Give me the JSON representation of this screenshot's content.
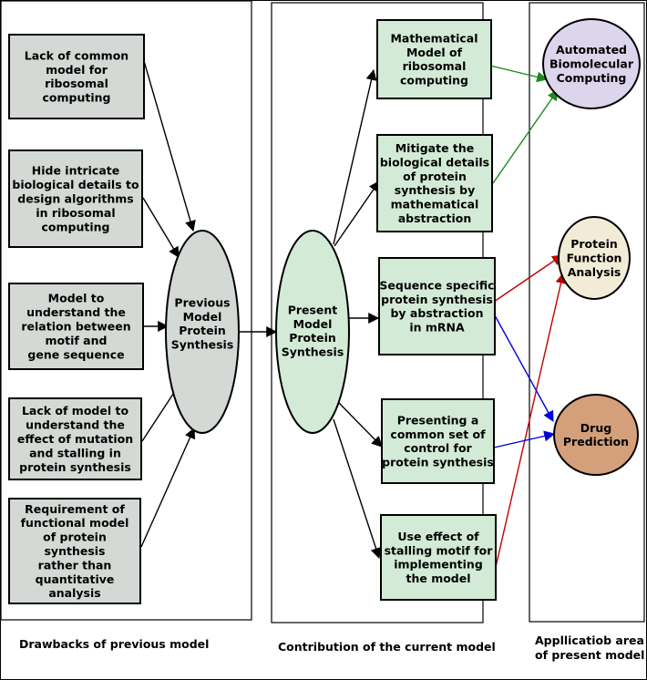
{
  "columns": {
    "left": "Drawbacks of previous model",
    "middle": "Contribution of the current model",
    "right": [
      "Appllicatiob area",
      "of present model"
    ]
  },
  "drawbacks": [
    [
      "Lack of common",
      "model for",
      "ribosomal",
      "computing"
    ],
    [
      "Hide intricate",
      "biological details to",
      "design algorithms",
      "in ribosomal",
      "computing"
    ],
    [
      "Model to",
      "understand the",
      "relation between",
      "motif and",
      "gene sequence"
    ],
    [
      "Lack of model  to",
      "understand the",
      "effect of mutation",
      "and stalling in",
      "protein synthesis"
    ],
    [
      "Requirement of",
      "functional model",
      "of protein",
      "synthesis",
      "rather than",
      "quantitative",
      "analysis"
    ]
  ],
  "previous_model": [
    "Previous",
    "Model",
    "Protein",
    "Synthesis"
  ],
  "present_model": [
    "Present",
    "Model",
    "Protein",
    "Synthesis"
  ],
  "contributions": [
    [
      "Mathematical",
      "Model of",
      "ribosomal",
      "computing"
    ],
    [
      "Mitigate the",
      "biological details",
      "of protein",
      "synthesis by",
      "mathematical",
      "abstraction"
    ],
    [
      "Sequence specific",
      "protein synthesis",
      "by abstraction",
      "in mRNA"
    ],
    [
      "Presenting a",
      "common set of",
      "control for",
      "protein synthesis"
    ],
    [
      "Use effect of",
      "stalling motif for",
      "implementing",
      "the model"
    ]
  ],
  "applications": [
    {
      "lines": [
        "Automated",
        "Biomolecular",
        "Computing"
      ],
      "fill": "#dcd5ec"
    },
    {
      "lines": [
        "Protein",
        "Function",
        "Analysis"
      ],
      "fill": "#f2ecd7"
    },
    {
      "lines": [
        "Drug",
        "Prediction"
      ],
      "fill": "#d4a07c"
    }
  ],
  "colors": {
    "drawback_box": "#d5d9d5",
    "previous_ellipse": "#d5d9d5",
    "contribution_box": "#d3ebd6",
    "present_ellipse": "#d3ebd6",
    "green_arrow": "#1a8a1a",
    "red_arrow": "#c00000",
    "blue_arrow": "#0000dd"
  }
}
